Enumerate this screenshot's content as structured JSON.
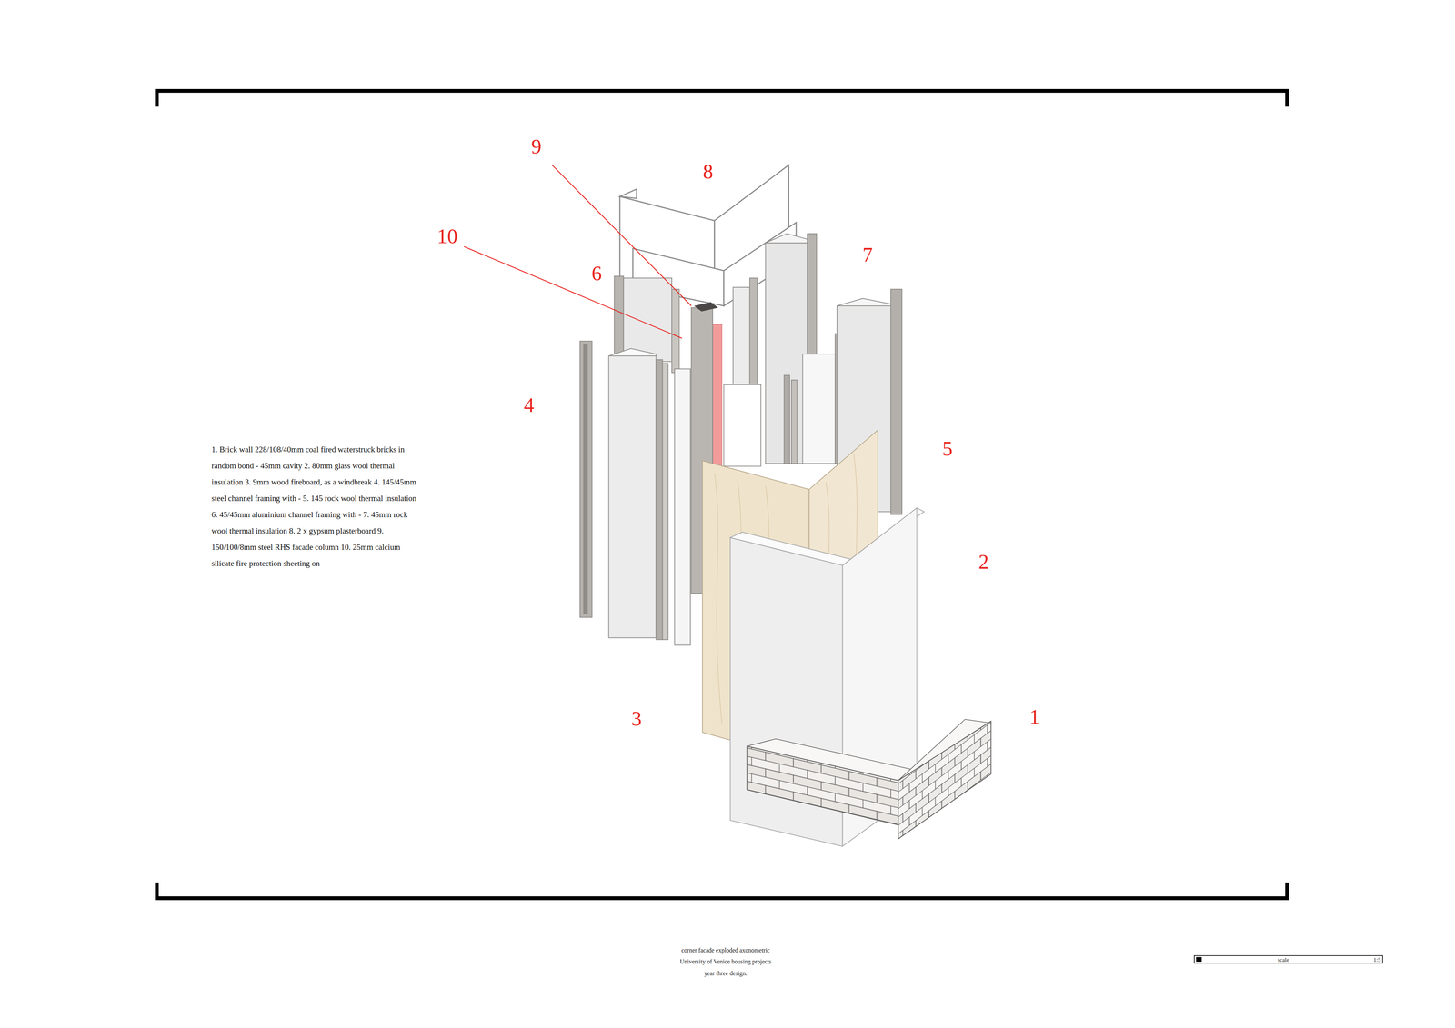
{
  "diagram": {
    "labels": [
      "9",
      "8",
      "10",
      "6",
      "7",
      "4",
      "5",
      "2",
      "3",
      "1",
      "1. Brick wall 228/108/40mm coal fired waterstruck bricks in random bond - 45mm cavity 2. 80mm glass wool thermal insulation 3. 9mm wood fireboard, as a windbreak 4. 145/45mm steel channel framing with - 5. 145 rock wool thermal insulation 6. 45/45mm aluminium channel framing with - 7. 45mm rock wool thermal insulation 8. 2 x gypsum plasterboard 9. 150/100/8mm steel RHS facade column 10. 25mm calcium silicate fire protection sheeting on",
      "corner facade exploded axonometric",
      "University of Venice housing projects",
      "year three design.",
      "scale",
      "1:5"
    ]
  }
}
